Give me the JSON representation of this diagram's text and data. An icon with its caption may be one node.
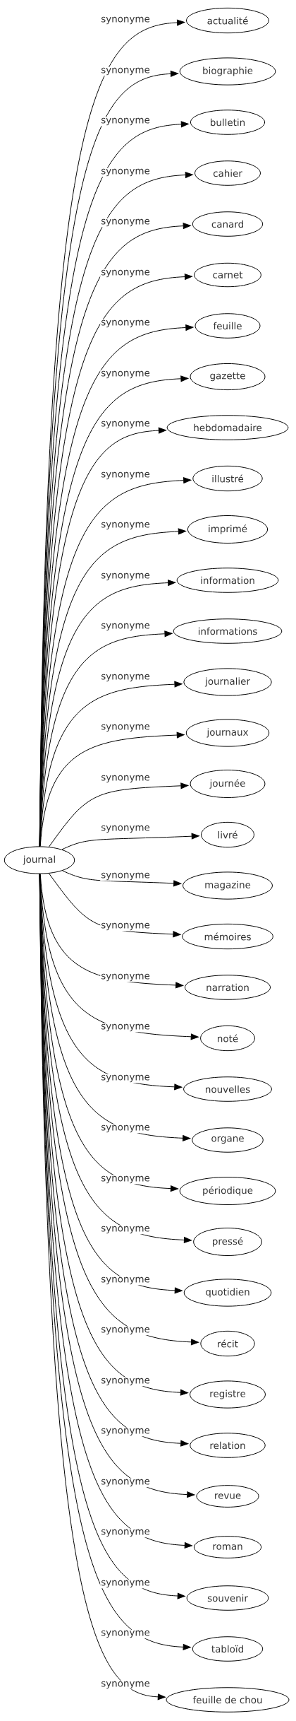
{
  "diagram": {
    "nodes": [
      {
        "text": [
          "journal"
        ]
      },
      {
        "text": [
          "actualité"
        ]
      },
      {
        "text": [
          "biographie"
        ]
      },
      {
        "text": [
          "bulletin"
        ]
      },
      {
        "text": [
          "cahier"
        ]
      },
      {
        "text": [
          "canard"
        ]
      },
      {
        "text": [
          "carnet"
        ]
      },
      {
        "text": [
          "feuille"
        ]
      },
      {
        "text": [
          "gazette"
        ]
      },
      {
        "text": [
          "hebdomadaire"
        ]
      },
      {
        "text": [
          "illustré"
        ]
      },
      {
        "text": [
          "imprimé"
        ]
      },
      {
        "text": [
          "information"
        ]
      },
      {
        "text": [
          "informations"
        ]
      },
      {
        "text": [
          "journalier"
        ]
      },
      {
        "text": [
          "journaux"
        ]
      },
      {
        "text": [
          "journée"
        ]
      },
      {
        "text": [
          "livré"
        ]
      },
      {
        "text": [
          "magazine"
        ]
      },
      {
        "text": [
          "mémoires"
        ]
      },
      {
        "text": [
          "narration"
        ]
      },
      {
        "text": [
          "noté"
        ]
      },
      {
        "text": [
          "nouvelles"
        ]
      },
      {
        "text": [
          "organe"
        ]
      },
      {
        "text": [
          "périodique"
        ]
      },
      {
        "text": [
          "pressé"
        ]
      },
      {
        "text": [
          "quotidien"
        ]
      },
      {
        "text": [
          "récit"
        ]
      },
      {
        "text": [
          "registre"
        ]
      },
      {
        "text": [
          "relation"
        ]
      },
      {
        "text": [
          "revue"
        ]
      },
      {
        "text": [
          "roman"
        ]
      },
      {
        "text": [
          "souvenir"
        ]
      },
      {
        "text": [
          "tabloïd"
        ]
      },
      {
        "text": [
          "feuille de chou"
        ]
      }
    ],
    "edges": [
      {
        "from": 0,
        "to": 1,
        "arrow": "to",
        "label": "synonyme"
      },
      {
        "from": 0,
        "to": 2,
        "arrow": "to",
        "label": "synonyme"
      },
      {
        "from": 0,
        "to": 3,
        "arrow": "to",
        "label": "synonyme"
      },
      {
        "from": 0,
        "to": 4,
        "arrow": "to",
        "label": "synonyme"
      },
      {
        "from": 0,
        "to": 5,
        "arrow": "to",
        "label": "synonyme"
      },
      {
        "from": 0,
        "to": 6,
        "arrow": "to",
        "label": "synonyme"
      },
      {
        "from": 0,
        "to": 7,
        "arrow": "to",
        "label": "synonyme"
      },
      {
        "from": 0,
        "to": 8,
        "arrow": "to",
        "label": "synonyme"
      },
      {
        "from": 0,
        "to": 9,
        "arrow": "to",
        "label": "synonyme"
      },
      {
        "from": 0,
        "to": 10,
        "arrow": "to",
        "label": "synonyme"
      },
      {
        "from": 0,
        "to": 11,
        "arrow": "to",
        "label": "synonyme"
      },
      {
        "from": 0,
        "to": 12,
        "arrow": "to",
        "label": "synonyme"
      },
      {
        "from": 0,
        "to": 13,
        "arrow": "to",
        "label": "synonyme"
      },
      {
        "from": 0,
        "to": 14,
        "arrow": "to",
        "label": "synonyme"
      },
      {
        "from": 0,
        "to": 15,
        "arrow": "to",
        "label": "synonyme"
      },
      {
        "from": 0,
        "to": 16,
        "arrow": "to",
        "label": "synonyme"
      },
      {
        "from": 0,
        "to": 17,
        "arrow": "to",
        "label": "synonyme"
      },
      {
        "from": 0,
        "to": 18,
        "arrow": "to",
        "label": "synonyme"
      },
      {
        "from": 0,
        "to": 19,
        "arrow": "to",
        "label": "synonyme"
      },
      {
        "from": 0,
        "to": 20,
        "arrow": "to",
        "label": "synonyme"
      },
      {
        "from": 0,
        "to": 21,
        "arrow": "to",
        "label": "synonyme"
      },
      {
        "from": 0,
        "to": 22,
        "arrow": "to",
        "label": "synonyme"
      },
      {
        "from": 0,
        "to": 23,
        "arrow": "to",
        "label": "synonyme"
      },
      {
        "from": 0,
        "to": 24,
        "arrow": "to",
        "label": "synonyme"
      },
      {
        "from": 0,
        "to": 25,
        "arrow": "to",
        "label": "synonyme"
      },
      {
        "from": 0,
        "to": 26,
        "arrow": "to",
        "label": "synonyme"
      },
      {
        "from": 0,
        "to": 27,
        "arrow": "to",
        "label": "synonyme"
      },
      {
        "from": 0,
        "to": 28,
        "arrow": "to",
        "label": "synonyme"
      },
      {
        "from": 0,
        "to": 29,
        "arrow": "to",
        "label": "synonyme"
      },
      {
        "from": 0,
        "to": 30,
        "arrow": "to",
        "label": "synonyme"
      },
      {
        "from": 0,
        "to": 31,
        "arrow": "to",
        "label": "synonyme"
      },
      {
        "from": 0,
        "to": 32,
        "arrow": "to",
        "label": "synonyme"
      },
      {
        "from": 0,
        "to": 33,
        "arrow": "to",
        "label": "synonyme"
      },
      {
        "from": 0,
        "to": 34,
        "arrow": "to",
        "label": "synonyme"
      }
    ]
  }
}
